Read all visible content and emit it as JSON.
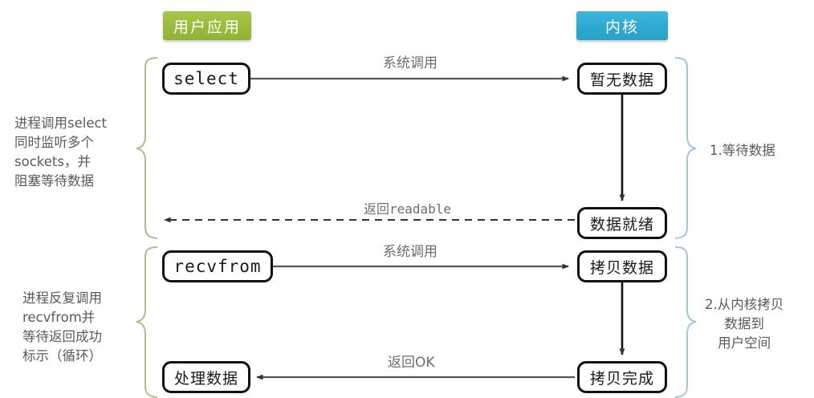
{
  "diagram": {
    "title_user": "用户应用",
    "title_kernel": "内核",
    "nodes": {
      "select": "select",
      "recvfrom": "recvfrom",
      "process_data": "处理数据",
      "no_data": "暂无数据",
      "data_ready": "数据就绪",
      "copying_data": "拷贝数据",
      "copy_done": "拷贝完成"
    },
    "edges": {
      "syscall_1": "系统调用",
      "return_readable": "返回readable",
      "syscall_2": "系统调用",
      "return_ok": "返回OK"
    },
    "annotations": {
      "left_1": "进程调用select\n同时监听多个\nsockets，并\n阻塞等待数据",
      "left_2": "进程反复调用\nrecvfrom并\n等待返回成功\n标示（循环）",
      "right_1": "1.等待数据",
      "right_2": "2.从内核拷贝\n数据到\n用户空间"
    },
    "colors": {
      "user_pill": "#9cbe3e",
      "kernel_pill": "#30abd3",
      "left_brace": "#b9b98e",
      "right_brace": "#9fc8dd",
      "node_border": "#111111",
      "edge": "#555555",
      "label_text": "#6d6d6d"
    }
  }
}
